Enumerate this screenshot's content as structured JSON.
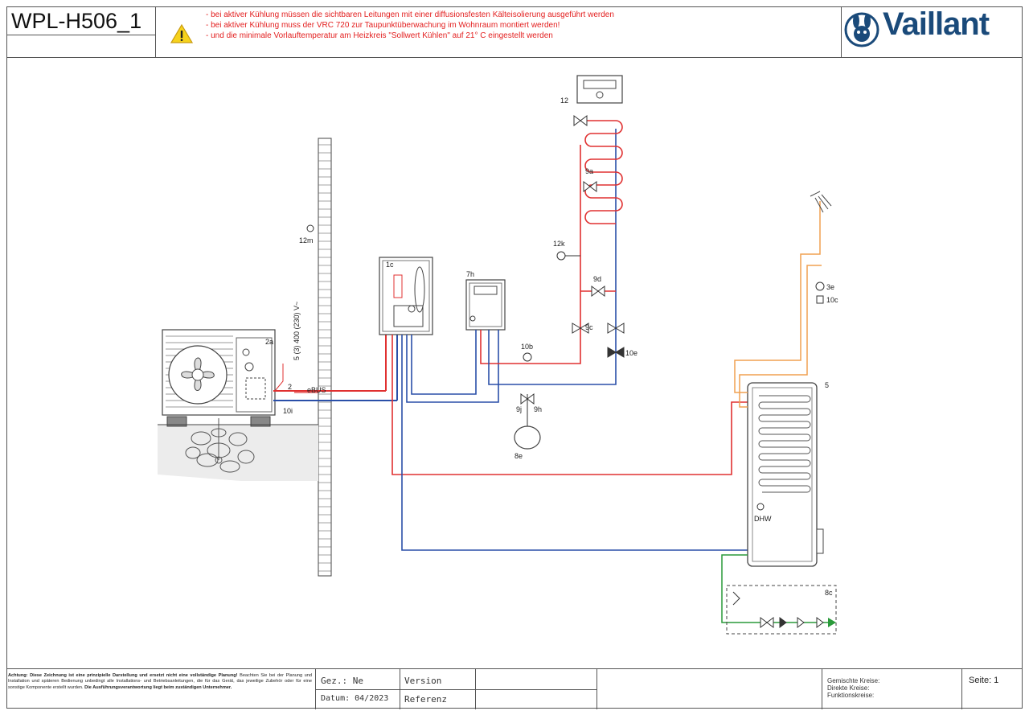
{
  "header": {
    "code": "WPL-H506_1",
    "warnings": [
      "- bei aktiver Kühlung müssen die sichtbaren Leitungen mit einer diffusionsfesten Kälteisolierung ausgeführt werden",
      "- bei aktiver Kühlung muss der VRC 720 zur Taupunktüberwachung im Wohnraum montiert werden!",
      "- und die minimale Vorlauftemperatur am Heizkreis \"Sollwert Kühlen\" auf 21° C eingestellt werden"
    ],
    "brand": "Vaillant"
  },
  "diagram": {
    "labels": {
      "controller": "12",
      "wall_sensor": "12m",
      "electric_supply": "5 (3) 400 (230) V~",
      "heat_pump": "2a",
      "bus_cable_num": "2",
      "bus": "eBUS",
      "wall_duct": "10i",
      "hydraulic_module": "1c",
      "mixing_module": "7h",
      "expansion_vessel": "8e",
      "valve_9j": "9j",
      "valve_9h": "9h",
      "gauge": "10b",
      "overflow_valve": "9a",
      "sensor_12k": "12k",
      "bypass_valve": "9d",
      "valve_9c": "9c",
      "valve_10e": "10e",
      "mixing_valve_3e": "3e",
      "meter_10c": "10c",
      "storage_tank": "5",
      "dhw_sensor": "DHW",
      "safety_group": "8c"
    }
  },
  "footer": {
    "disclaimer_bold": "Achtung: Diese Zeichnung ist eine prinzipielle Darstellung und ersetzt nicht eine vollständige Planung!",
    "disclaimer_text": "Beachten Sie bei der Planung und Installation und späteren Bedienung unbedingt alle Installations- und Betriebsanleitungen, die für das Gerät, das jeweilige Zubehör oder für eine sonstige Komponente erstellt wurden.",
    "disclaimer_bold2": "Die Ausführungsverantwortung liegt beim zuständigen Unternehmer.",
    "gez": "Gez.:  Ne",
    "version_label": "Version",
    "datum": "Datum:  04/2023",
    "referenz_label": "Referenz",
    "circuit_mixed": "Gemischte Kreise:",
    "circuit_direct": "Direkte Kreise:",
    "circuit_function": "Funktionskreise:",
    "page": "Seite: 1"
  },
  "colors": {
    "supply": "#e03030",
    "return": "#2a4fa8",
    "hot_water": "#f0a050",
    "cold_water": "#2a9a3a",
    "warning_text": "#e32020",
    "brand": "#1a4a7a"
  }
}
